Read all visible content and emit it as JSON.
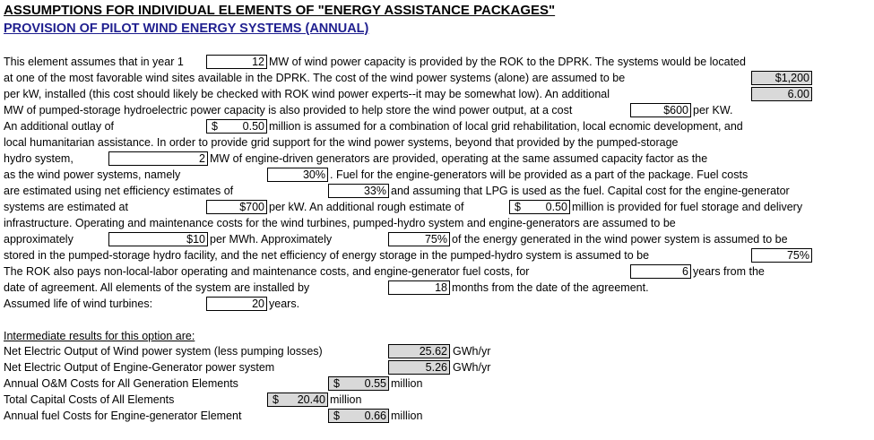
{
  "header": {
    "title": "ASSUMPTIONS FOR INDIVIDUAL ELEMENTS OF \"ENERGY ASSISTANCE PACKAGES\"",
    "subtitle": "PROVISION OF PILOT WIND ENERGY SYSTEMS (ANNUAL)"
  },
  "text": {
    "l1a": "This element assumes that in year 1",
    "l1b": "MW of wind power capacity is provided by the ROK to the DPRK.  The systems would be located",
    "l2": "at one of the most favorable wind sites available in the DPRK.  The cost of the wind power systems (alone) are assumed to be",
    "l3": "per kW, installed (this cost should likely be checked with ROK wind power experts--it may be somewhat low).  An additional",
    "l4a": "MW of pumped-storage hydroelectric power capacity is also provided to help store the wind power output, at a cost",
    "l4b": "per KW.",
    "l5a": "An additional outlay of",
    "l5b": "million is assumed for a combination of local grid rehabilitation, local ecnomic development, and",
    "l6": "local humanitarian assistance.  In order to provide grid support for the wind power systems, beyond that provided by the pumped-storage",
    "l7a": "hydro system,",
    "l7b": "MW of engine-driven generators are provided, operating at the same assumed capacity factor as the",
    "l8a": "as the wind power systems, namely",
    "l8b": ".  Fuel for the engine-generators will be provided as a part of the package.  Fuel costs",
    "l9a": "are estimated using net efficiency estimates of",
    "l9b": "and assuming that LPG is used as the fuel.  Capital cost for the engine-generator",
    "l10a": "systems are estimated at",
    "l10b": "per kW.  An additional rough estimate of",
    "l10c": "million is provided for fuel storage and delivery",
    "l11": "infrastructure.  Operating and maintenance costs for the wind turbines, pumped-hydro system and engine-generators are assumed to be",
    "l12a": "approximately",
    "l12b": "per MWh.  Approximately",
    "l12c": "of the energy generated in the wind power system is assumed to be",
    "l13": "stored in the pumped-storage hydro facility, and the net efficiency of energy storage in the pumped-hydro system is assumed to be",
    "l14a": "The ROK also pays non-local-labor operating and maintenance costs, and engine-generator fuel costs, for",
    "l14b": "years from the",
    "l15a": "date of agreement.  All elements of the system are installed by",
    "l15b": "months from the date of the agreement.",
    "l16a": "Assumed life of wind turbines:",
    "l16b": "years."
  },
  "inputs": {
    "wind_mw": "12",
    "wind_cost": "$1,200",
    "pumped_mw": "6.00",
    "pumped_cost": "$600",
    "outlay_cur": "$",
    "outlay": "0.50",
    "engine_mw": "2",
    "capacity_factor": "30%",
    "efficiency": "33%",
    "engine_cost": "$700",
    "fuel_storage_cur": "$",
    "fuel_storage": "0.50",
    "om_cost": "$10",
    "stored_pct": "75%",
    "storage_eff": "75%",
    "years": "6",
    "months": "18",
    "life": "20"
  },
  "results": {
    "heading": "Intermediate results for this option are:",
    "rows": [
      {
        "label": "Net Electric Output of Wind power system (less pumping losses)",
        "cur": "",
        "value": "25.62",
        "unit": "GWh/yr"
      },
      {
        "label": "Net Electric Output of Engine-Generator power system",
        "cur": "",
        "value": "5.26",
        "unit": "GWh/yr"
      },
      {
        "label": "Annual O&M Costs for All Generation Elements",
        "cur": "$",
        "value": "0.55",
        "unit": "million"
      },
      {
        "label": "Total Capital Costs of All Elements",
        "cur": "$",
        "value": "20.40",
        "unit": "million"
      },
      {
        "label": "Annual fuel Costs for Engine-generator Element",
        "cur": "$",
        "value": "0.66",
        "unit": "million"
      }
    ]
  }
}
